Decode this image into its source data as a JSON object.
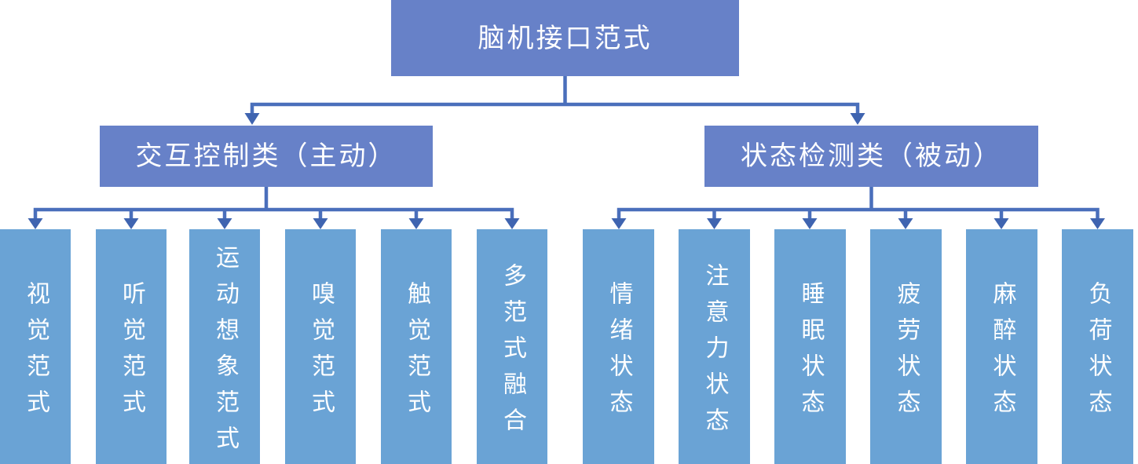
{
  "root": {
    "label": "脑机接口范式"
  },
  "branches": [
    {
      "label": "交互控制类（主动）",
      "children": [
        "视觉范式",
        "听觉范式",
        "运动想象范式",
        "嗅觉范式",
        "触觉范式",
        "多范式融合"
      ]
    },
    {
      "label": "状态检测类（被动）",
      "children": [
        "情绪状态",
        "注意力状态",
        "睡眠状态",
        "疲劳状态",
        "麻醉状态",
        "负荷状态"
      ]
    }
  ],
  "colors": {
    "node_fill": "#6781c8",
    "leaf_fill": "#6aa3d5",
    "connector": "#4a6fbb",
    "arrowhead": "#3f64b0",
    "label_text": "#ffffff"
  }
}
